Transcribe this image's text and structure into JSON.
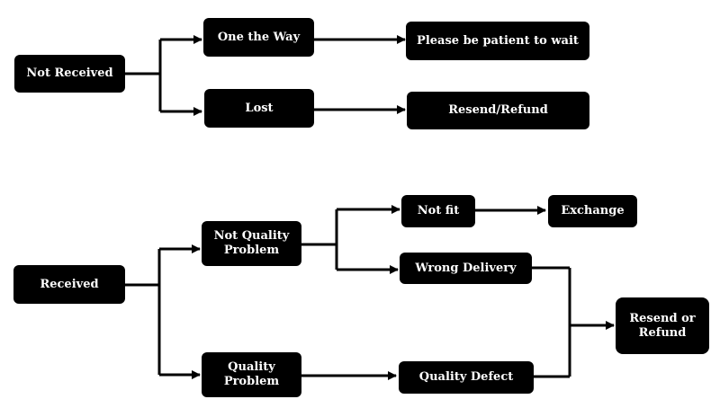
{
  "colors": {
    "box_fill": "#000000",
    "box_text": "#ffffff",
    "connector": "#000000",
    "background": "#ffffff"
  },
  "nodes": {
    "not_received": "Not Received",
    "on_the_way": "One the Way",
    "please_wait": "Please be patient to wait",
    "lost": "Lost",
    "resend_refund_top": "Resend/Refund",
    "received": "Received",
    "not_quality_line1": "Not Quality",
    "not_quality_line2": "Problem",
    "not_fit": "Not fit",
    "exchange": "Exchange",
    "wrong_delivery": "Wrong Delivery",
    "quality_line1": "Quality",
    "quality_line2": "Problem",
    "quality_defect": "Quality Defect",
    "resend_or_refund_line1": "Resend or",
    "resend_or_refund_line2": "Refund"
  }
}
